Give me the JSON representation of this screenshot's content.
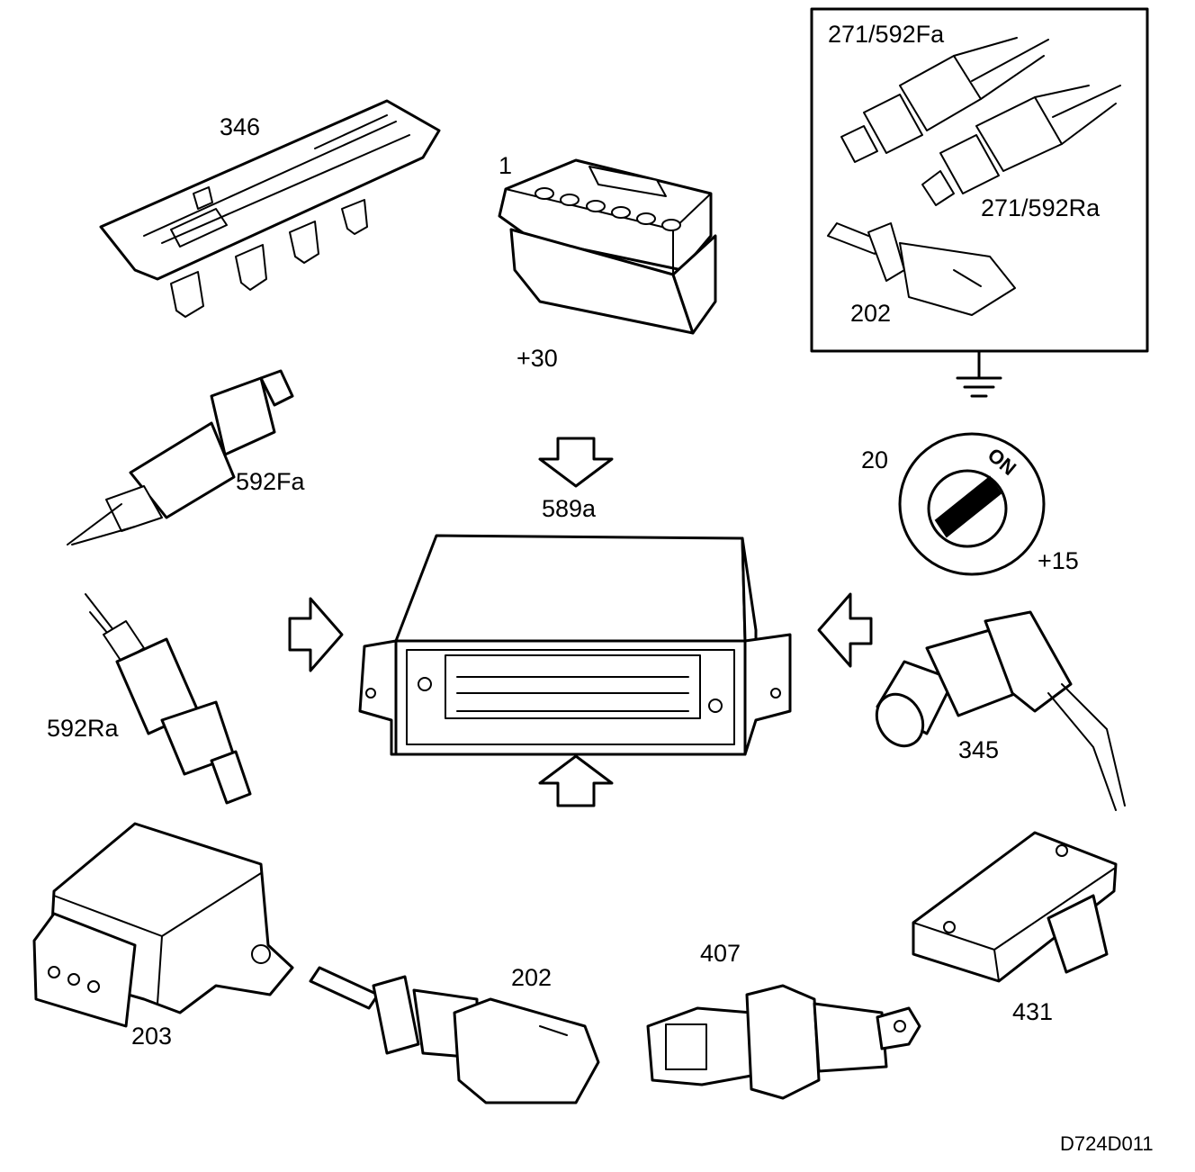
{
  "labels": {
    "ignition_cassette": "346",
    "battery": "1",
    "battery_terminal": "+30",
    "inset_front_o2": "271/592Fa",
    "inset_rear_o2": "271/592Ra",
    "inset_temp_sensor": "202",
    "front_o2_sensor": "592Fa",
    "rear_o2_sensor": "592Ra",
    "control_module": "589a",
    "ignition_switch": "20",
    "ignition_switch_pos": "ON",
    "ignition_terminal": "+15",
    "crank_sensor": "345",
    "throttle_sensor": "203",
    "coolant_sensor": "202",
    "temp_sender": "407",
    "pressure_sensor": "431",
    "drawing_code": "D724D011"
  }
}
